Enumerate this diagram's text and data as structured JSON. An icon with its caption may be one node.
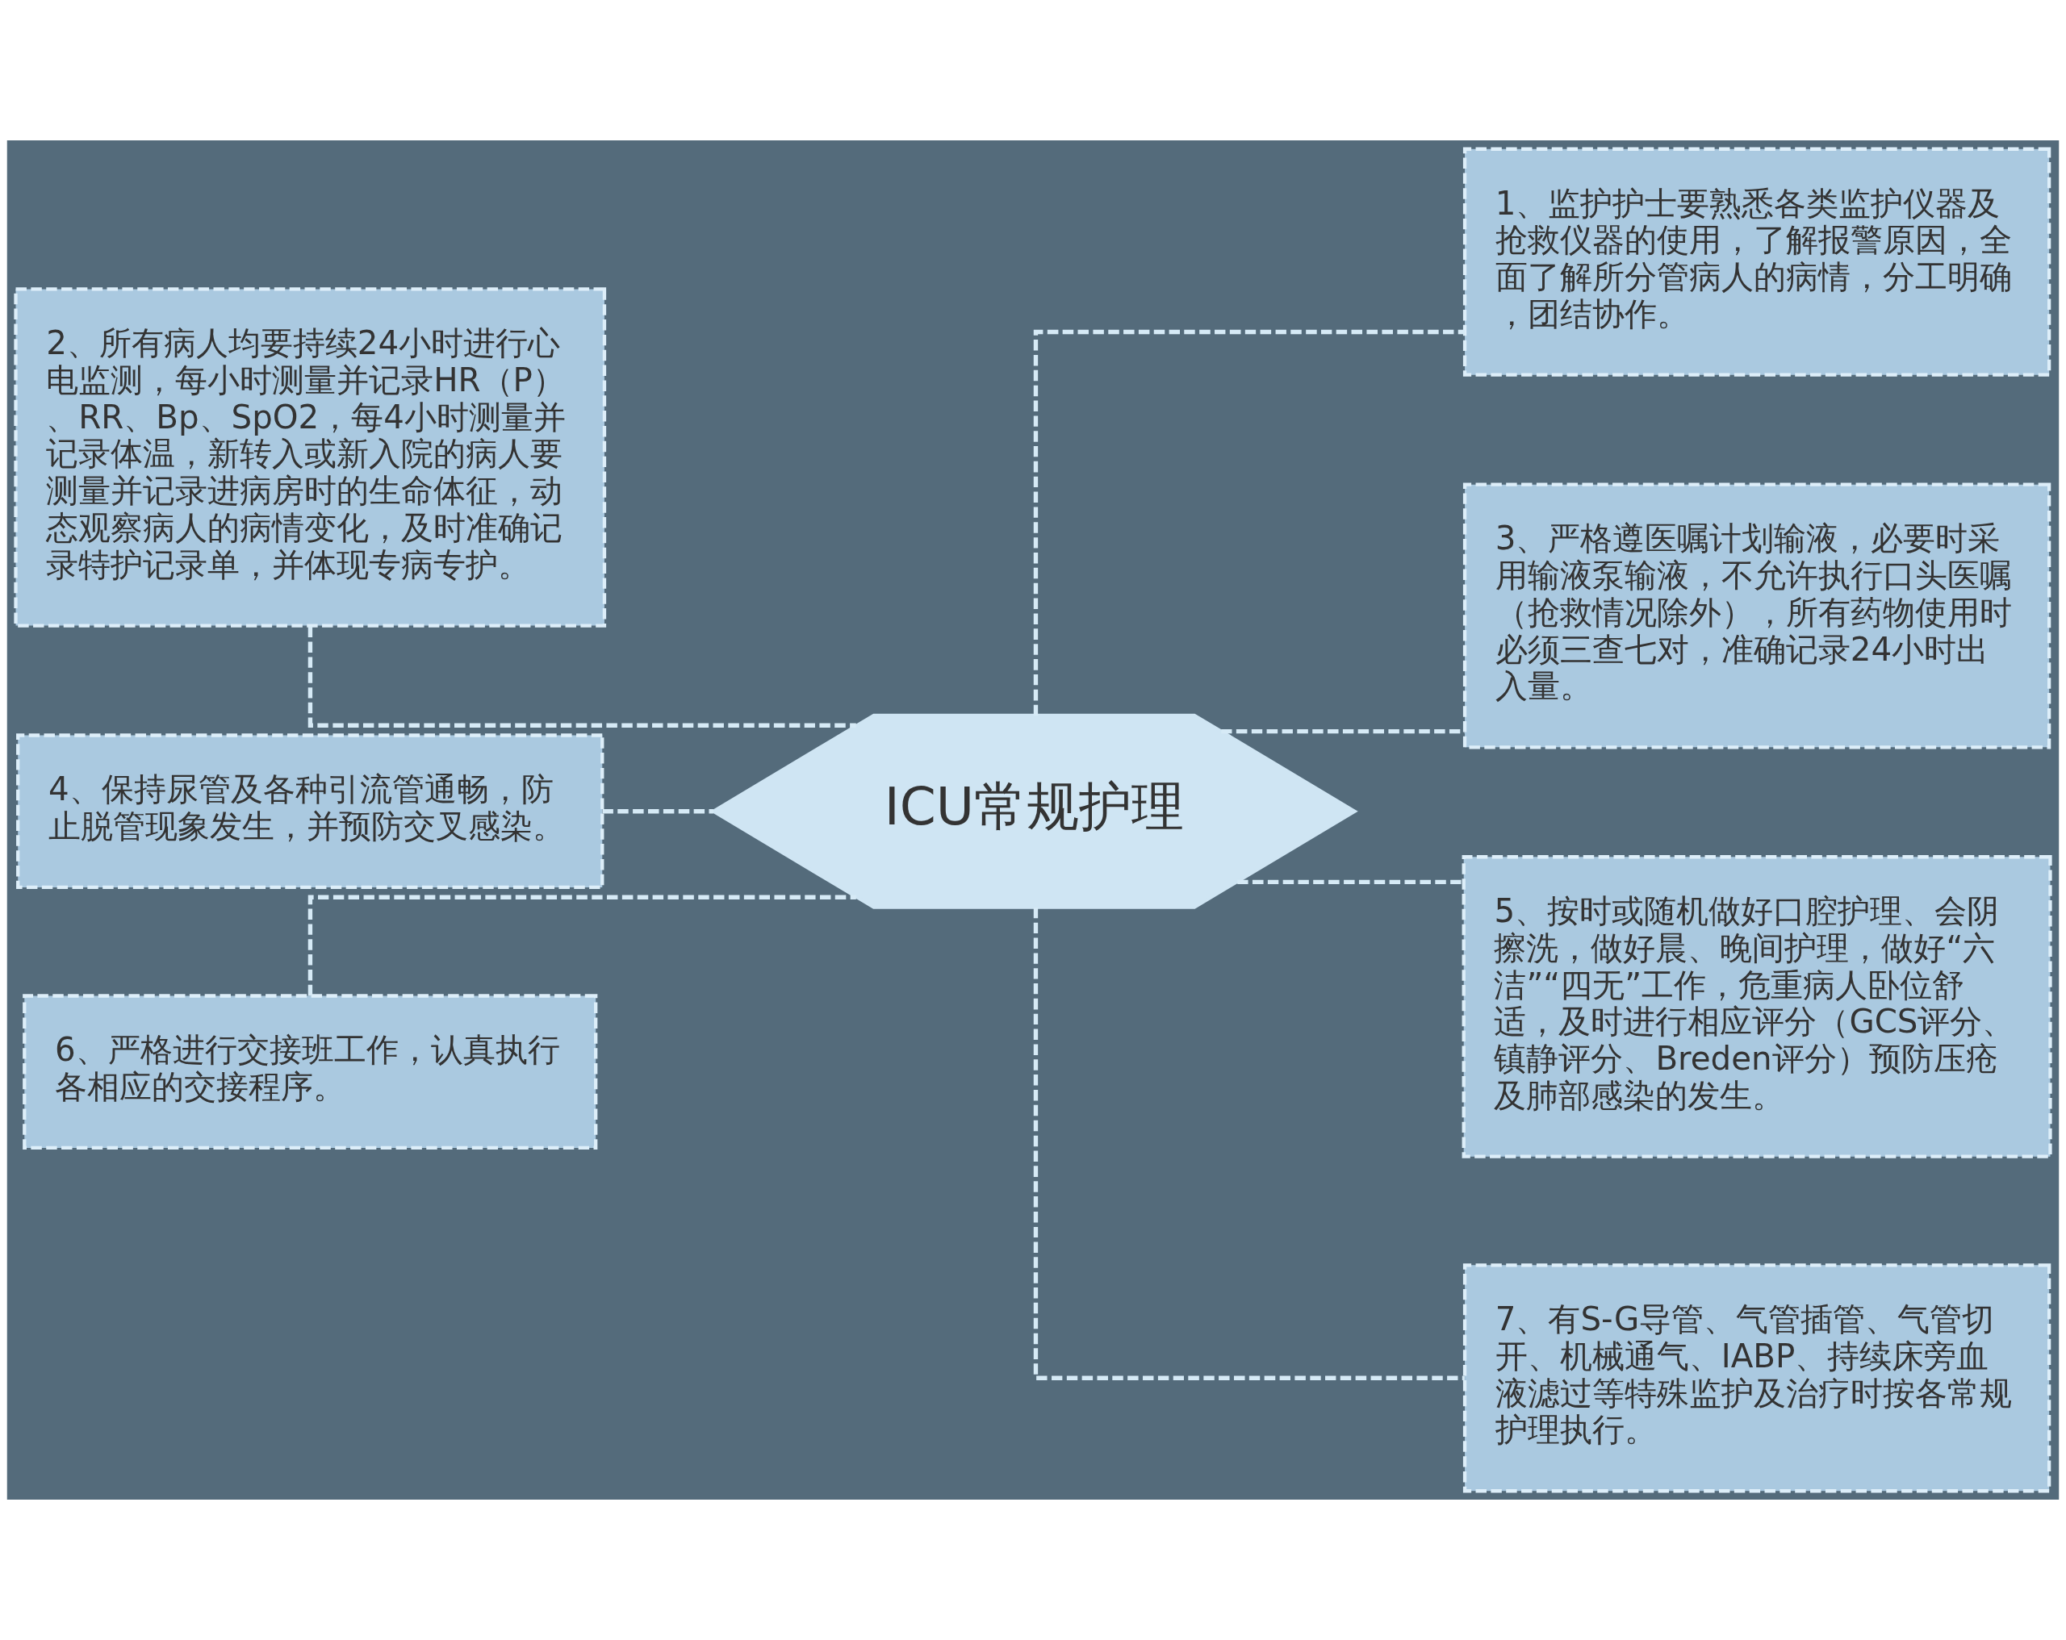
{
  "diagram": {
    "nodes": [
      {
        "text": [
          "ICU常规护理"
        ]
      },
      {
        "text": [
          "1、监护护士要熟悉各类监护仪器及抢救仪器的使用，了解报警原因，全面了解所分管病人的病情，分工明确，团结协作。"
        ]
      },
      {
        "text": [
          "2、所有病人均要持续24小时进行心电监测，每小时测量并记录HR（P）、RR、Bp、SpO2，每4小时测量并记录体温，新转入或新入院的病人要测量并记录进病房时的生命体征，动态观察病人的病情变化，及时准确记录特护记录单，并体现专病专护。"
        ]
      },
      {
        "text": [
          "3、严格遵医嘱计划输液，必要时采用输液泵输液，不允许执行口头医嘱（抢救情况除外），所有药物使用时必须三查七对，准确记录24小时出入量。"
        ]
      },
      {
        "text": [
          "4、保持尿管及各种引流管通畅，防止脱管现象发生，并预防交叉感染。"
        ]
      },
      {
        "text": [
          "5、按时或随机做好口腔护理、会阴擦洗，做好晨、晚间护理，做好“六洁”“四无”工作，危重病人卧位舒适，及时进行相应评分（GCS评分、镇静评分、Breden评分）预防压疮及肺部感染的发生。"
        ]
      },
      {
        "text": [
          "6、严格进行交接班工作，认真执行各相应的交接程序。"
        ]
      },
      {
        "text": [
          "7、有S-G导管、气管插管、气管切开、机械通气、IABP、持续床旁血液滤过等特殊监护及治疗时按各常规护理执行。"
        ]
      }
    ],
    "edges": [
      {
        "from": 0,
        "to": 1,
        "arrow": "none",
        "style": "dashed"
      },
      {
        "from": 0,
        "to": 2,
        "arrow": "none",
        "style": "dashed"
      },
      {
        "from": 0,
        "to": 3,
        "arrow": "none",
        "style": "dashed"
      },
      {
        "from": 0,
        "to": 4,
        "arrow": "none",
        "style": "dashed"
      },
      {
        "from": 0,
        "to": 5,
        "arrow": "none",
        "style": "dashed"
      },
      {
        "from": 0,
        "to": 6,
        "arrow": "none",
        "style": "dashed"
      },
      {
        "from": 0,
        "to": 7,
        "arrow": "none",
        "style": "dashed"
      }
    ]
  }
}
